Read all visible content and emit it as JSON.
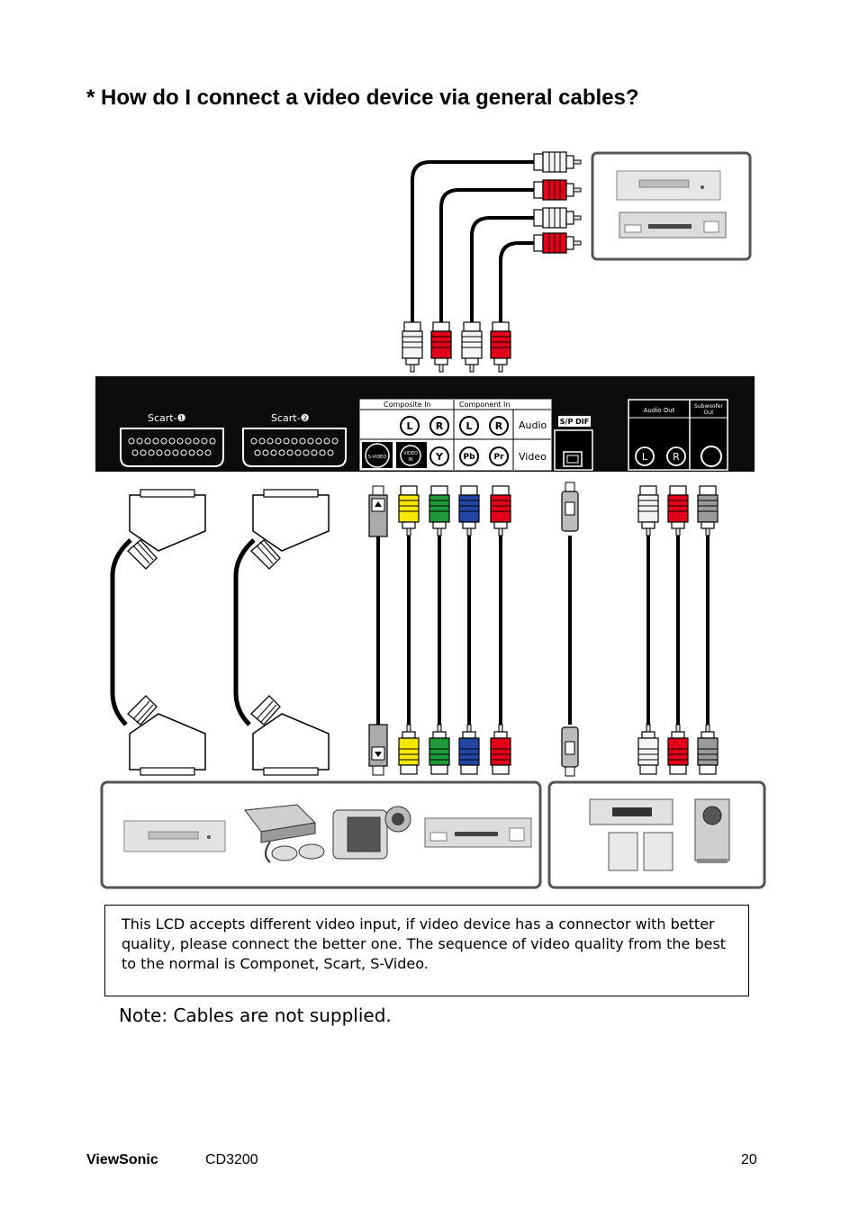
{
  "heading": "* How do I connect a video device via general cables?",
  "panel": {
    "scart1": "Scart-❶",
    "scart2": "Scart-❷",
    "composite_in": "Composite In",
    "component_in": "Component In",
    "audio": "Audio",
    "video": "Video",
    "spdif": "S/P DIF",
    "audio_out": "Audio Out",
    "subwoofer_out_1": "Subwoofer",
    "subwoofer_out_2": "Out",
    "jack_L": "L",
    "jack_R": "R",
    "jack_Y": "Y",
    "jack_Pb": "Pb",
    "jack_Pr": "Pr",
    "svideo": "S-VIDEO",
    "video_in_1": "VIDEO",
    "video_in_2": "IN"
  },
  "colors": {
    "white_plug": "#f4f4f4",
    "red_plug": "#e3001b",
    "yellow_plug": "#f7e600",
    "green_plug": "#1e9a3a",
    "blue_plug": "#2345a6",
    "gray_plug": "#9a9a9a",
    "panel_bg": "#0c0c0c",
    "box_border": "#555555"
  },
  "devices": {
    "top_right": [
      "vcr-icon",
      "dvd-player-icon"
    ],
    "bottom_left": [
      "vcr-icon",
      "game-console-icon",
      "camcorder-icon",
      "dvd-player-icon"
    ],
    "bottom_right": [
      "receiver-icon",
      "speaker-icon",
      "subwoofer-icon"
    ]
  },
  "note_box": "This LCD accepts different video input, if video device has a connector with better quality, please connect the better one. The sequence of video quality from the best to the normal is Componet, Scart, S-Video.",
  "note": "Note: Cables are not supplied.",
  "footer": {
    "brand": "ViewSonic",
    "model": "CD3200",
    "page": "20"
  }
}
